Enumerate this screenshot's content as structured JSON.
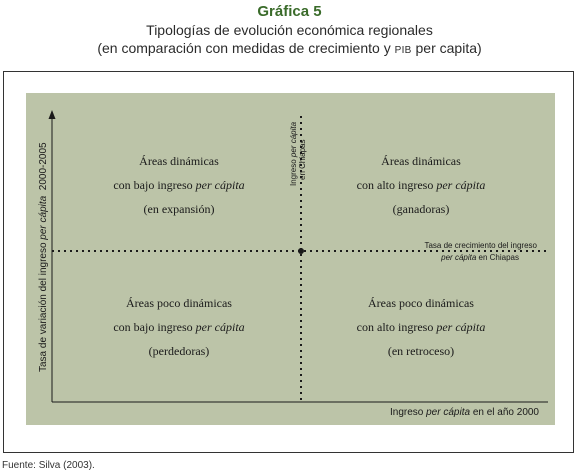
{
  "header": {
    "title": "Gráfica 5",
    "subtitle": "Tipologías de evolución económica regionales",
    "subtitle_prefix": "(en comparación con medidas de crecimiento y ",
    "subtitle_pib": "PIB",
    "subtitle_suffix": " per capita)"
  },
  "axes": {
    "y_label_prefix": "Tasa de variación del ingreso ",
    "y_label_italic": "per cápita",
    "y_label_suffix": "  2000-2005",
    "x_label_prefix": "Ingreso ",
    "x_label_italic": "per cápita",
    "x_label_suffix": " en el año 2000"
  },
  "reference_lines": {
    "vertical_line1_prefix": "Ingreso ",
    "vertical_line1_italic": "per cápita",
    "vertical_line2": "en Chiapas",
    "horizontal_line1": "Tasa de crecimiento del ingreso",
    "horizontal_line2_italic": "per cápita",
    "horizontal_line2_suffix": " en Chiapas"
  },
  "quadrants": {
    "top_left": {
      "line1": "Áreas dinámicas",
      "line2_prefix": "con bajo ingreso ",
      "line2_italic": "per cápita",
      "line3": "(en expansión)"
    },
    "top_right": {
      "line1": "Áreas dinámicas",
      "line2_prefix": "con alto ingreso ",
      "line2_italic": "per cápita",
      "line3": "(ganadoras)"
    },
    "bottom_left": {
      "line1": "Áreas poco dinámicas",
      "line2_prefix": "con bajo ingreso ",
      "line2_italic": "per cápita",
      "line3": "(perdedoras)"
    },
    "bottom_right": {
      "line1": "Áreas poco dinámicas",
      "line2_prefix": "con alto ingreso ",
      "line2_italic": "per cápita",
      "line3": "(en retroceso)"
    }
  },
  "footer": {
    "source": "Fuente: Silva (2003)."
  },
  "colors": {
    "panel": "#bcc4a8",
    "title": "#3a6b2a",
    "lines": "#1a1a1a"
  }
}
